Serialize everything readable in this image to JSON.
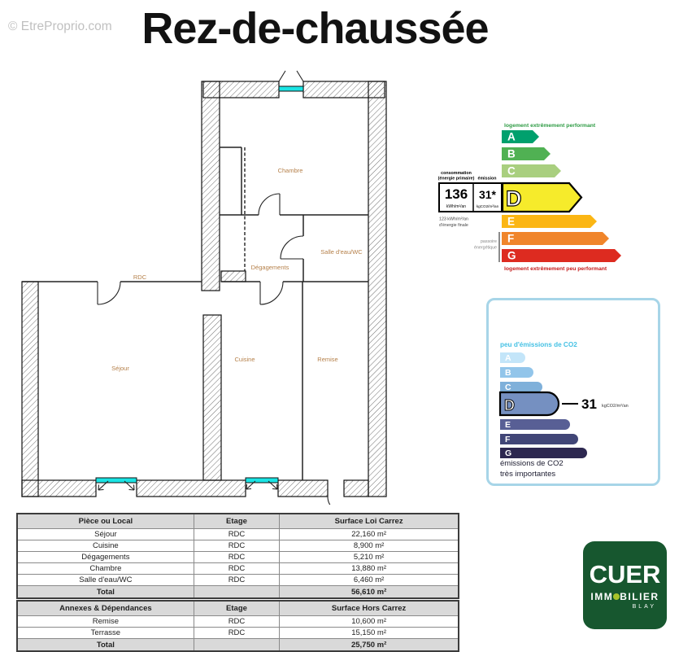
{
  "page": {
    "title": "Rez-de-chaussée",
    "watermark": "© EtreProprio.com"
  },
  "plan": {
    "rooms": {
      "chambre": "Chambre",
      "salle_eau": "Salle d'eau/WC",
      "degagements": "Dégagements",
      "rdc": "RDC",
      "sejour": "Séjour",
      "cuisine": "Cuisine",
      "remise": "Remise"
    },
    "window_color": "#1ae4e4"
  },
  "dpe": {
    "top_label": "logement extrêmement performant",
    "bottom_label": "logement extrêmement peu performant",
    "classes": [
      "A",
      "B",
      "C",
      "D",
      "E",
      "F",
      "G"
    ],
    "colors": [
      "#00a06d",
      "#50b153",
      "#a9cf7f",
      "#f6eb2b",
      "#fbb614",
      "#f0852b",
      "#dd2b20"
    ],
    "current_class": "D",
    "consumption_label_1": "consommation",
    "consumption_label_2": "(énergie primaire)",
    "emission_label": "émission",
    "consumption_value": "136",
    "consumption_unit": "kWh/m²/an",
    "emission_value": "31*",
    "emission_unit": "kgCO2/m²/an",
    "final_energy_1": "123 kWh/m²/an",
    "final_energy_2": "d'énergie finale",
    "passoire_1": "passoire",
    "passoire_2": "énergétique"
  },
  "ges": {
    "title": "peu d'émissions de CO2",
    "classes": [
      "A",
      "B",
      "C",
      "D",
      "E",
      "F",
      "G"
    ],
    "colors": [
      "#c3e5f9",
      "#92c5ea",
      "#7fb0da",
      "#7590c1",
      "#585f95",
      "#414677",
      "#2d2850"
    ],
    "current_class": "D",
    "value": "31",
    "unit": "kgCO2/m²/an",
    "footer_1": "émissions de CO2",
    "footer_2": "très importantes"
  },
  "tables": [
    {
      "headers": [
        "Pièce ou Local",
        "Etage",
        "Surface Loi Carrez"
      ],
      "rows": [
        [
          "Séjour",
          "RDC",
          "22,160 m²"
        ],
        [
          "Cuisine",
          "RDC",
          "8,900 m²"
        ],
        [
          "Dégagements",
          "RDC",
          "5,210 m²"
        ],
        [
          "Chambre",
          "RDC",
          "13,880 m²"
        ],
        [
          "Salle d'eau/WC",
          "RDC",
          "6,460 m²"
        ]
      ],
      "total": [
        "Total",
        "",
        "56,610 m²"
      ]
    },
    {
      "headers": [
        "Annexes & Dépendances",
        "Etage",
        "Surface Hors Carrez"
      ],
      "rows": [
        [
          "Remise",
          "RDC",
          "10,600 m²"
        ],
        [
          "Terrasse",
          "RDC",
          "15,150 m²"
        ]
      ],
      "total": [
        "Total",
        "",
        "25,750 m²"
      ]
    }
  ],
  "logo": {
    "line1": "CUER",
    "line2_pre": "IMM",
    "line2_post": "BILIER",
    "line3": "BLAY",
    "bg_color": "#17572f",
    "dot_color": "#a8c32a"
  }
}
